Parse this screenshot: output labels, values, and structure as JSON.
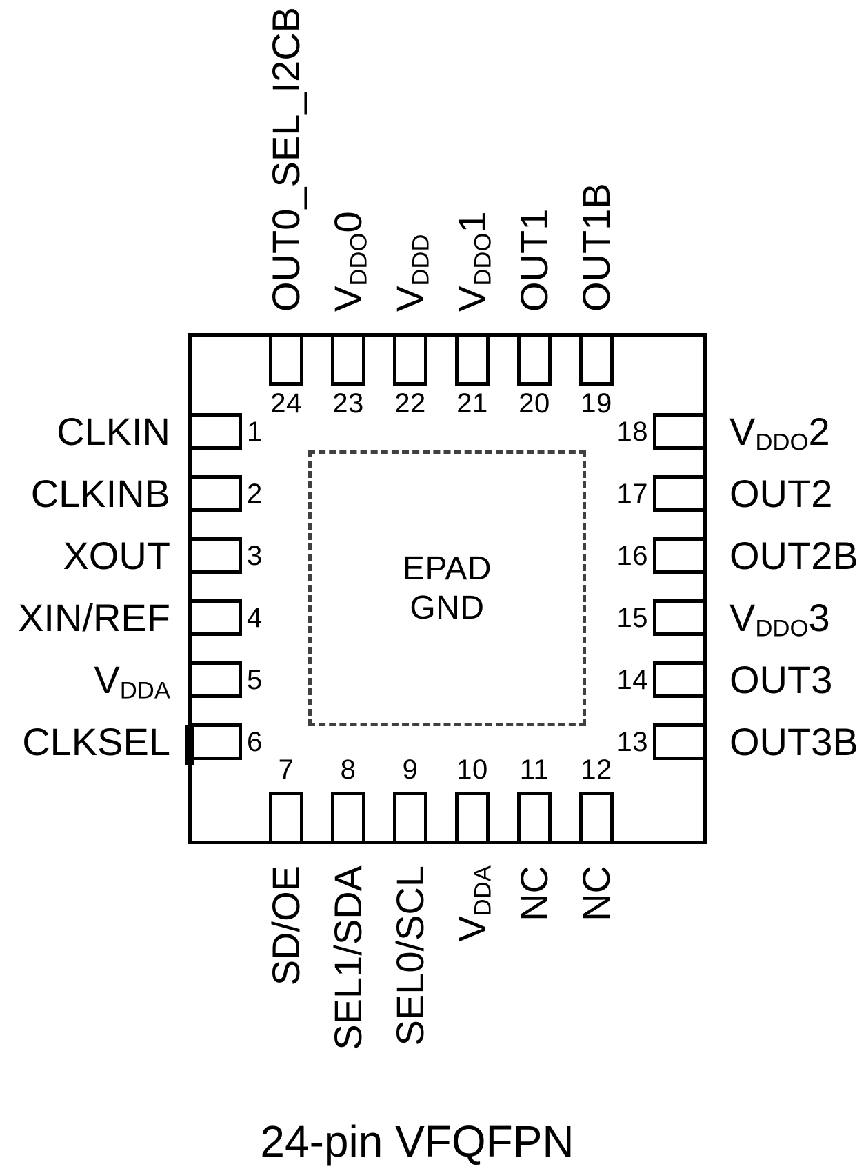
{
  "title": "24-pin VFQFPN",
  "epad": {
    "line1": "EPAD",
    "line2": "GND"
  },
  "pins": {
    "left": [
      {
        "num": "1",
        "label": "CLKIN"
      },
      {
        "num": "2",
        "label": "CLKINB"
      },
      {
        "num": "3",
        "label": "XOUT"
      },
      {
        "num": "4",
        "label": "XIN/REF"
      },
      {
        "num": "5",
        "label": "V~DDA~"
      },
      {
        "num": "6",
        "label": "CLKSEL",
        "marker": true
      }
    ],
    "top": [
      {
        "num": "24",
        "label": "OUT0_SEL_I2CB"
      },
      {
        "num": "23",
        "label": "V~DDO~0"
      },
      {
        "num": "22",
        "label": "V~DDD~"
      },
      {
        "num": "21",
        "label": "V~DDO~1"
      },
      {
        "num": "20",
        "label": "OUT1"
      },
      {
        "num": "19",
        "label": "OUT1B"
      }
    ],
    "right": [
      {
        "num": "18",
        "label": "V~DDO~2"
      },
      {
        "num": "17",
        "label": "OUT2"
      },
      {
        "num": "16",
        "label": "OUT2B"
      },
      {
        "num": "15",
        "label": "V~DDO~3"
      },
      {
        "num": "14",
        "label": "OUT3"
      },
      {
        "num": "13",
        "label": "OUT3B"
      }
    ],
    "bottom": [
      {
        "num": "7",
        "label": "SD/OE"
      },
      {
        "num": "8",
        "label": "SEL1/SDA"
      },
      {
        "num": "9",
        "label": "SEL0/SCL"
      },
      {
        "num": "10",
        "label": "V~DDA~"
      },
      {
        "num": "11",
        "label": "NC"
      },
      {
        "num": "12",
        "label": "NC"
      }
    ]
  },
  "colors": {
    "line": "#000000",
    "dashed_line": "#404040",
    "text": "#000000",
    "background": "#ffffff"
  }
}
